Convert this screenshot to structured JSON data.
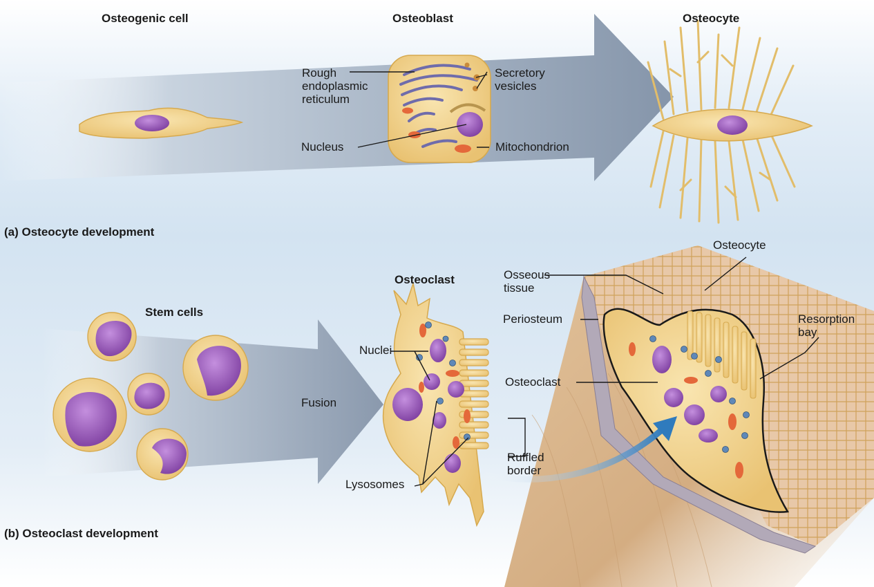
{
  "panel_a": {
    "caption": "(a) Osteocyte development",
    "stages": {
      "osteogenic_cell": "Osteogenic cell",
      "osteoblast": "Osteoblast",
      "osteocyte": "Osteocyte"
    },
    "labels": {
      "rough_er": "Rough\nendoplasmic\nreticulum",
      "secretory_vesicles": "Secretory\nvesicles",
      "nucleus": "Nucleus",
      "mitochondrion": "Mitochondrion"
    }
  },
  "panel_b": {
    "caption": "(b) Osteoclast development",
    "titles": {
      "stem_cells": "Stem cells",
      "osteoclast": "Osteoclast"
    },
    "labels": {
      "fusion": "Fusion",
      "nuclei": "Nuclei",
      "lysosomes": "Lysosomes",
      "ruffled_border": "Ruffled\nborder",
      "osseous_tissue": "Osseous\ntissue",
      "periosteum": "Periosteum",
      "osteoclast_inset": "Osteoclast",
      "osteocyte_inset": "Osteocyte",
      "resorption_bay": "Resorption\nbay"
    }
  },
  "colors": {
    "cell_body": "#f3d68c",
    "cell_outline": "#d6a94e",
    "nucleus": "#9a5cb8",
    "arrow": "#8f9fb2",
    "background": "#dfeaf4",
    "bone": "#d9b48a",
    "mitochondrion": "#e4683a",
    "rough_er": "#6f6cab"
  }
}
